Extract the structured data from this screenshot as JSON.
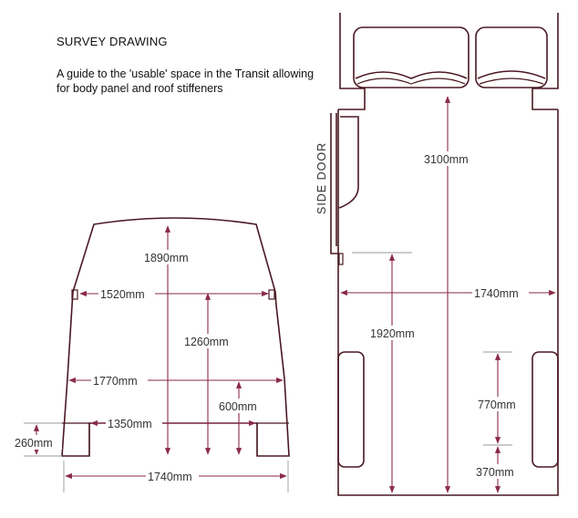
{
  "header": {
    "title": "SURVEY DRAWING",
    "subtitle": "A guide to the 'usable' space in the Transit allowing for body panel and roof stiffeners"
  },
  "rear_view": {
    "height_total": "1890mm",
    "width_upper": "1520mm",
    "height_mid": "1260mm",
    "width_mid": "1770mm",
    "height_arch": "600mm",
    "width_arches": "1350mm",
    "arch_height": "260mm",
    "width_floor": "1740mm"
  },
  "plan_view": {
    "side_door_label": "SIDE DOOR",
    "length_total": "3100mm",
    "width_floor": "1740mm",
    "length_to_arch": "1920mm",
    "arch_length": "770mm",
    "arch_to_rear": "370mm"
  },
  "colors": {
    "outline": "#4a1822",
    "dimension": "#8a2a4a"
  }
}
